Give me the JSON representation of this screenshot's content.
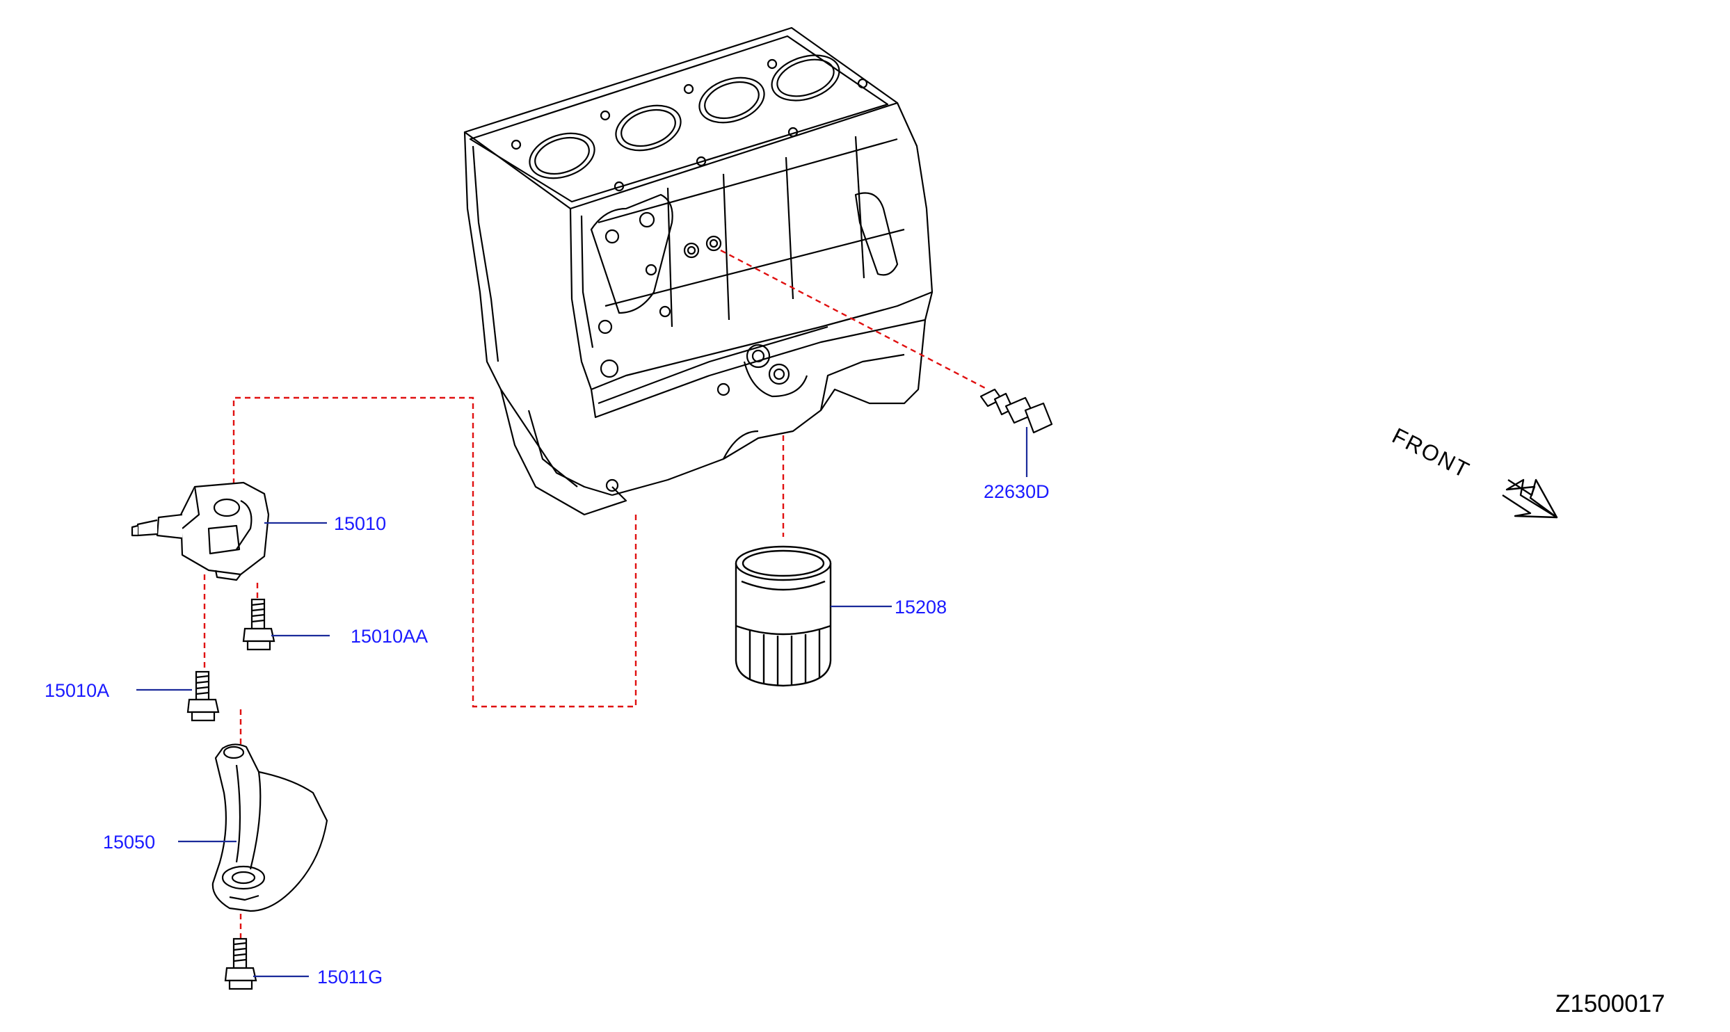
{
  "diagram_id": "Z1500017",
  "front_label": "FRONT",
  "colors": {
    "callout": "#1a1aff",
    "leader": "#1a2a9a",
    "dashed": "#e01010",
    "line": "#000000"
  },
  "parts": [
    {
      "key": "oil_pump",
      "number": "15010",
      "icon": "oil-pump-icon"
    },
    {
      "key": "pump_bolt_aa",
      "number": "15010AA",
      "icon": "bolt-icon"
    },
    {
      "key": "pump_bolt_a",
      "number": "15010A",
      "icon": "bolt-icon"
    },
    {
      "key": "strainer",
      "number": "15050",
      "icon": "oil-strainer-icon"
    },
    {
      "key": "strainer_bolt",
      "number": "15011G",
      "icon": "bolt-icon"
    },
    {
      "key": "oil_filter",
      "number": "15208",
      "icon": "oil-filter-icon"
    },
    {
      "key": "temp_sensor",
      "number": "22630D",
      "icon": "temperature-sensor-icon"
    }
  ]
}
